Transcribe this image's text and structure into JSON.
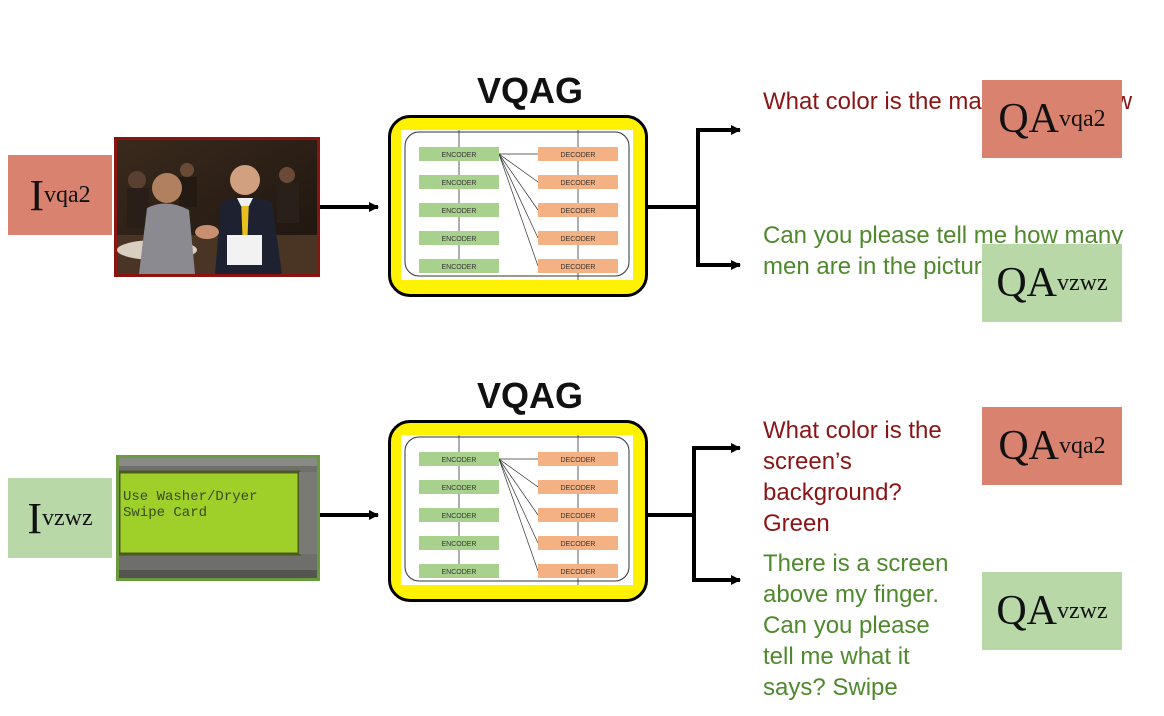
{
  "blocks": {
    "encoder_label": "ENCODER",
    "decoder_label": "DECODER"
  },
  "rows": [
    {
      "image_label": {
        "base": "I",
        "sub": "vqa2"
      },
      "title": "VQAG",
      "outputs": [
        {
          "question": "What color is the man’s tie? Yellow",
          "label": {
            "base": "QA",
            "sub": "vqa2"
          }
        },
        {
          "question": "Can you please tell me how many men are in the picture? 2",
          "label": {
            "base": "QA",
            "sub": "vzwz"
          }
        }
      ]
    },
    {
      "image_label": {
        "base": "I",
        "sub": "vzwz"
      },
      "title": "VQAG",
      "screen_text": [
        "Use Washer/Dryer",
        "Swipe Card"
      ],
      "outputs": [
        {
          "question": "What color is the screen’s background? Green",
          "label": {
            "base": "QA",
            "sub": "vqa2"
          }
        },
        {
          "question": "There is a screen above my finger. Can you please tell me what it says? Swipe",
          "label": {
            "base": "QA",
            "sub": "vzwz"
          }
        }
      ]
    }
  ],
  "colors": {
    "red_label_bg": "#D8826F",
    "green_label_bg": "#B8D8A8",
    "red_text": "#8B1414",
    "green_text": "#4E8A2C",
    "vqag_fill": "#FFF200",
    "encoder_fill": "#A9D18E",
    "decoder_fill": "#F4B183"
  }
}
